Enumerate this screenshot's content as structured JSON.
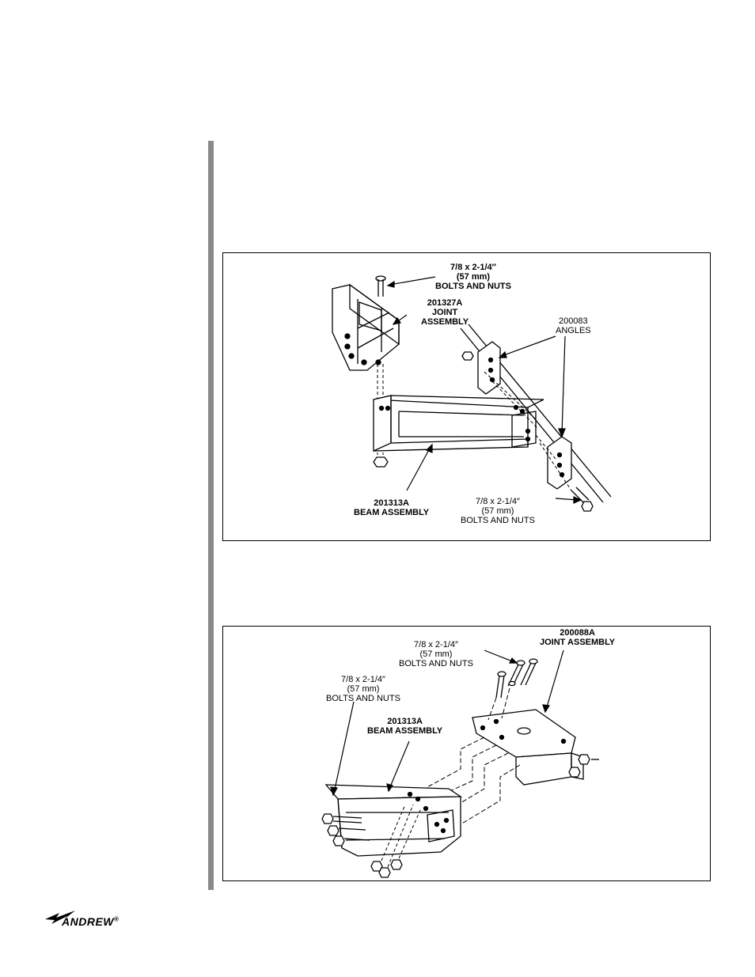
{
  "figure1": {
    "bolts_top": [
      "7/8 x 2-1/4″",
      "(57 mm)",
      "BOLTS AND NUTS"
    ],
    "joint_assembly": [
      "201327A",
      "JOINT",
      "ASSEMBLY"
    ],
    "angles": [
      "200083",
      "ANGLES"
    ],
    "beam_assembly": [
      "201313A",
      "BEAM ASSEMBLY"
    ],
    "bolts_bottom": [
      "7/8 x 2-1/4″",
      "(57 mm)",
      "BOLTS AND NUTS"
    ]
  },
  "figure2": {
    "joint_assembly": [
      "200088A",
      "JOINT ASSEMBLY"
    ],
    "bolts_top": [
      "7/8 x 2-1/4″",
      "(57 mm)",
      "BOLTS AND NUTS"
    ],
    "bolts_left": [
      "7/8 x 2-1/4″",
      "(57 mm)",
      "BOLTS AND NUTS"
    ],
    "beam_assembly": [
      "201313A",
      "BEAM ASSEMBLY"
    ]
  },
  "footer": {
    "logo_text": "ANDREW",
    "trademark": "®"
  }
}
